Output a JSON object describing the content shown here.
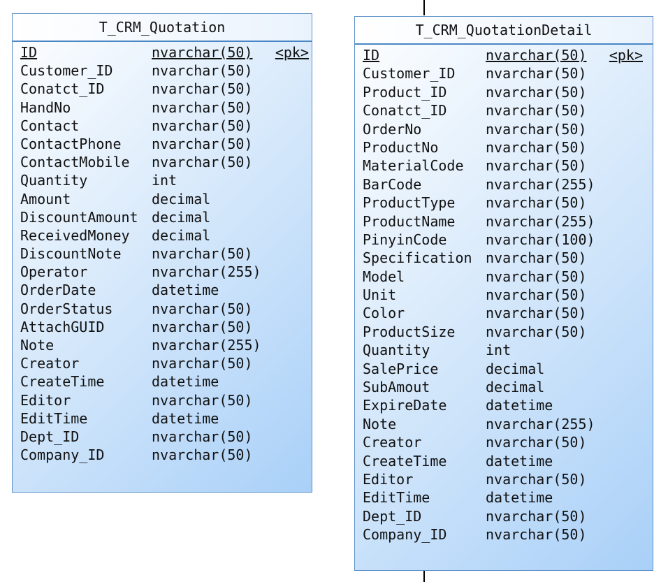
{
  "entities": [
    {
      "id": "quotation",
      "name": "T_CRM_Quotation",
      "attributes": [
        {
          "name": "ID",
          "type": "nvarchar(50)",
          "key": "<pk>"
        },
        {
          "name": "Customer_ID",
          "type": "nvarchar(50)",
          "key": ""
        },
        {
          "name": "Conatct_ID",
          "type": "nvarchar(50)",
          "key": ""
        },
        {
          "name": "HandNo",
          "type": "nvarchar(50)",
          "key": ""
        },
        {
          "name": "Contact",
          "type": "nvarchar(50)",
          "key": ""
        },
        {
          "name": "ContactPhone",
          "type": "nvarchar(50)",
          "key": ""
        },
        {
          "name": "ContactMobile",
          "type": "nvarchar(50)",
          "key": ""
        },
        {
          "name": "Quantity",
          "type": "int",
          "key": ""
        },
        {
          "name": "Amount",
          "type": "decimal",
          "key": ""
        },
        {
          "name": "DiscountAmount",
          "type": "decimal",
          "key": ""
        },
        {
          "name": "ReceivedMoney",
          "type": "decimal",
          "key": ""
        },
        {
          "name": "DiscountNote",
          "type": "nvarchar(50)",
          "key": ""
        },
        {
          "name": "Operator",
          "type": "nvarchar(255)",
          "key": ""
        },
        {
          "name": "OrderDate",
          "type": "datetime",
          "key": ""
        },
        {
          "name": "OrderStatus",
          "type": "nvarchar(50)",
          "key": ""
        },
        {
          "name": "AttachGUID",
          "type": "nvarchar(50)",
          "key": ""
        },
        {
          "name": "Note",
          "type": "nvarchar(255)",
          "key": ""
        },
        {
          "name": "Creator",
          "type": "nvarchar(50)",
          "key": ""
        },
        {
          "name": "CreateTime",
          "type": "datetime",
          "key": ""
        },
        {
          "name": "Editor",
          "type": "nvarchar(50)",
          "key": ""
        },
        {
          "name": "EditTime",
          "type": "datetime",
          "key": ""
        },
        {
          "name": "Dept_ID",
          "type": "nvarchar(50)",
          "key": ""
        },
        {
          "name": "Company_ID",
          "type": "nvarchar(50)",
          "key": ""
        }
      ]
    },
    {
      "id": "detail",
      "name": "T_CRM_QuotationDetail",
      "attributes": [
        {
          "name": "ID",
          "type": "nvarchar(50)",
          "key": "<pk>"
        },
        {
          "name": "Customer_ID",
          "type": "nvarchar(50)",
          "key": ""
        },
        {
          "name": "Product_ID",
          "type": "nvarchar(50)",
          "key": ""
        },
        {
          "name": "Conatct_ID",
          "type": "nvarchar(50)",
          "key": ""
        },
        {
          "name": "OrderNo",
          "type": "nvarchar(50)",
          "key": ""
        },
        {
          "name": "ProductNo",
          "type": "nvarchar(50)",
          "key": ""
        },
        {
          "name": "MaterialCode",
          "type": "nvarchar(50)",
          "key": ""
        },
        {
          "name": "BarCode",
          "type": "nvarchar(255)",
          "key": ""
        },
        {
          "name": "ProductType",
          "type": "nvarchar(50)",
          "key": ""
        },
        {
          "name": "ProductName",
          "type": "nvarchar(255)",
          "key": ""
        },
        {
          "name": "PinyinCode",
          "type": "nvarchar(100)",
          "key": ""
        },
        {
          "name": "Specification",
          "type": "nvarchar(50)",
          "key": ""
        },
        {
          "name": "Model",
          "type": "nvarchar(50)",
          "key": ""
        },
        {
          "name": "Unit",
          "type": "nvarchar(50)",
          "key": ""
        },
        {
          "name": "Color",
          "type": "nvarchar(50)",
          "key": ""
        },
        {
          "name": "ProductSize",
          "type": "nvarchar(50)",
          "key": ""
        },
        {
          "name": "Quantity",
          "type": "int",
          "key": ""
        },
        {
          "name": "SalePrice",
          "type": "decimal",
          "key": ""
        },
        {
          "name": "SubAmout",
          "type": "decimal",
          "key": ""
        },
        {
          "name": "ExpireDate",
          "type": "datetime",
          "key": ""
        },
        {
          "name": "Note",
          "type": "nvarchar(255)",
          "key": ""
        },
        {
          "name": "Creator",
          "type": "nvarchar(50)",
          "key": ""
        },
        {
          "name": "CreateTime",
          "type": "datetime",
          "key": ""
        },
        {
          "name": "Editor",
          "type": "nvarchar(50)",
          "key": ""
        },
        {
          "name": "EditTime",
          "type": "datetime",
          "key": ""
        },
        {
          "name": "Dept_ID",
          "type": "nvarchar(50)",
          "key": ""
        },
        {
          "name": "Company_ID",
          "type": "nvarchar(50)",
          "key": ""
        }
      ]
    }
  ],
  "colors": {
    "border": "#5b8fc7",
    "header_rule": "#4a86c4",
    "gradient_light": "#ffffff",
    "gradient_dark": "#a9d0f8",
    "connector": "#000000"
  }
}
